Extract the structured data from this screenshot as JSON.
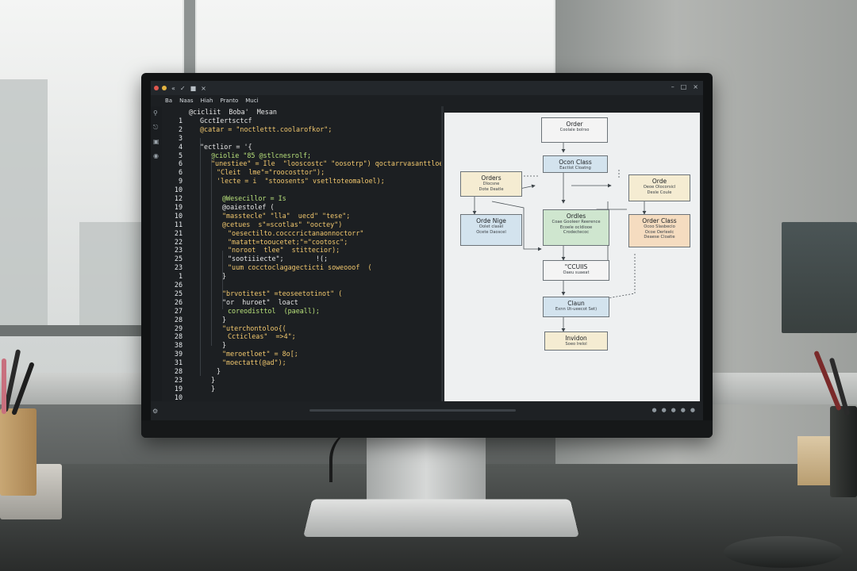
{
  "colors": {
    "editor_bg": "#1c1f22",
    "keyword": "#7ec8ff",
    "string": "#f2c86e",
    "identifier": "#b7e07a",
    "text": "#e6e6e6",
    "diagram_bg": "#eef0f1",
    "box_neutral": "#f4f4f4",
    "box_blue": "#d3e3ee",
    "box_green": "#cfe6cf",
    "box_yellow": "#f5ecd2",
    "box_orange": "#f5dcc0"
  },
  "titlebar": {
    "tab_labels": [
      "«",
      "✓",
      "■",
      "×"
    ],
    "window_controls": [
      "–",
      "□",
      "×"
    ]
  },
  "menu": {
    "items": [
      "Ba",
      "Naas",
      "Hiah",
      "Pranto",
      "Muci"
    ]
  },
  "icons": [
    "search-icon",
    "git-icon",
    "extensions-icon",
    "debug-icon",
    "settings-icon"
  ],
  "code_lines": [
    {
      "num": "",
      "indent": 0,
      "text": "@cicliit  Boba'  Mesan",
      "color": "text"
    },
    {
      "num": "1",
      "indent": 2,
      "text": "GcctIertsctcf",
      "color": "text"
    },
    {
      "num": "2",
      "indent": 2,
      "text": "@catar = \"noctlettt.coolarofkor\";",
      "color": "string"
    },
    {
      "num": "3",
      "indent": 0,
      "text": "",
      "color": "text"
    },
    {
      "num": "4",
      "indent": 2,
      "text": "\"ectlior = '{",
      "color": "text"
    },
    {
      "num": "5",
      "indent": 4,
      "text": "@ciolie \"85 @stlcnesrolf;",
      "color": "identifier"
    },
    {
      "num": "6",
      "indent": 4,
      "text": "\"unestiee\" = Ile  \"looscostc\" \"oosotrp\") qoctarrvasanttloe)",
      "color": "string"
    },
    {
      "num": "6",
      "indent": 5,
      "text": "\"Cleit  lme\"=\"roocosttor\");",
      "color": "string"
    },
    {
      "num": "9",
      "indent": 5,
      "text": "'lecte = i  \"stoosents\" vsetltoteomaloel);",
      "color": "string"
    },
    {
      "num": "10",
      "indent": 0,
      "text": "",
      "color": "text"
    },
    {
      "num": "12",
      "indent": 6,
      "text": "@Wesecillor = Is",
      "color": "identifier"
    },
    {
      "num": "19",
      "indent": 6,
      "text": "@oaiestolef (",
      "color": "text"
    },
    {
      "num": "10",
      "indent": 6,
      "text": "\"masstecle\" \"lla\"  uecd\" \"tese\";",
      "color": "string"
    },
    {
      "num": "11",
      "indent": 6,
      "text": "@cetues  s\"=scotlas\" \"ooctey\")",
      "color": "string"
    },
    {
      "num": "21",
      "indent": 7,
      "text": "\"oesectilto.cocccrictanaonnoctorr\"",
      "color": "string"
    },
    {
      "num": "22",
      "indent": 7,
      "text": "\"matatt=tooucetet;\"=\"cootosc\";",
      "color": "string"
    },
    {
      "num": "23",
      "indent": 7,
      "text": "\"noroot  tlee\"  stittecior);",
      "color": "string"
    },
    {
      "num": "25",
      "indent": 7,
      "text": "\"sootiiiecte\";        !(;",
      "color": "text"
    },
    {
      "num": "23",
      "indent": 7,
      "text": "\"uum cocctoclagagecticti soweooof  (",
      "color": "string"
    },
    {
      "num": "1",
      "indent": 6,
      "text": "}",
      "color": "text"
    },
    {
      "num": "26",
      "indent": 0,
      "text": "",
      "color": "text"
    },
    {
      "num": "25",
      "indent": 6,
      "text": "\"brvotitest\" =teoseetotinot\" (",
      "color": "string"
    },
    {
      "num": "26",
      "indent": 6,
      "text": "\"or  huroet\"  loact",
      "color": "text"
    },
    {
      "num": "27",
      "indent": 7,
      "text": "coreodisttol  (paeall);",
      "color": "identifier"
    },
    {
      "num": "28",
      "indent": 6,
      "text": "}",
      "color": "text"
    },
    {
      "num": "29",
      "indent": 6,
      "text": "\"uterchontoloo{(",
      "color": "string"
    },
    {
      "num": "28",
      "indent": 7,
      "text": "Ccticleas\"  =>4\";",
      "color": "string"
    },
    {
      "num": "38",
      "indent": 6,
      "text": "}",
      "color": "text"
    },
    {
      "num": "39",
      "indent": 6,
      "text": "\"meroetloet\" = 8o[;",
      "color": "string"
    },
    {
      "num": "31",
      "indent": 6,
      "text": "\"moectatt(@ad\");",
      "color": "string"
    },
    {
      "num": "28",
      "indent": 5,
      "text": "}",
      "color": "text"
    },
    {
      "num": "23",
      "indent": 4,
      "text": "}",
      "color": "text"
    },
    {
      "num": "19",
      "indent": 4,
      "text": "}",
      "color": "text"
    },
    {
      "num": "10",
      "indent": 0,
      "text": "",
      "color": "text"
    }
  ],
  "diagram": {
    "boxes": [
      {
        "id": "order-top",
        "title": "Order",
        "sub": [
          "Coolale bolrso"
        ],
        "color": "box_neutral"
      },
      {
        "id": "ocon-class",
        "title": "Ocon Class",
        "sub": [
          "Eactlot Cloatng"
        ],
        "color": "box_blue"
      },
      {
        "id": "orders-left",
        "title": "Orders",
        "sub": [
          "Dlocsne",
          "Dote Deatle"
        ],
        "color": "box_yellow"
      },
      {
        "id": "order-right",
        "title": "Orde",
        "sub": [
          "Oeoe Olocorsicl",
          "Desle Coule"
        ],
        "color": "box_yellow"
      },
      {
        "id": "orde-nige",
        "title": "Orde Nige",
        "sub": [
          "Oolet clasel",
          "Ocete Daoscel"
        ],
        "color": "box_blue"
      },
      {
        "id": "ordles",
        "title": "Ordles",
        "sub": [
          "Coae Gooleer Reerence",
          "Ecoele ocldiooe",
          "Crodectecoc"
        ],
        "color": "box_green"
      },
      {
        "id": "order-class",
        "title": "Order Class",
        "sub": [
          "Ocoo Slasbecio",
          "Ocoe Oerleelc",
          "Deaese Cloatie"
        ],
        "color": "box_orange"
      },
      {
        "id": "ccuiis",
        "title": "\"CCUIIS",
        "sub": [
          "Oaeu suaeat"
        ],
        "color": "box_neutral"
      },
      {
        "id": "claun",
        "title": "Claun",
        "sub": [
          "Exnn Ut-ueecot Set)"
        ],
        "color": "box_blue"
      },
      {
        "id": "invidon",
        "title": "Invidon",
        "sub": [
          "Soeo Irelol"
        ],
        "color": "box_yellow"
      }
    ]
  }
}
